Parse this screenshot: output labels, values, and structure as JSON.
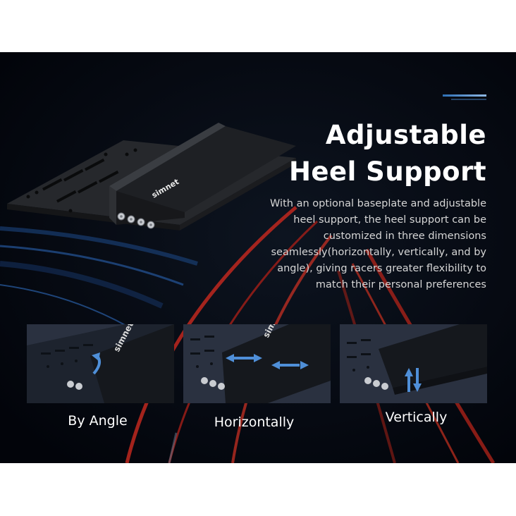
{
  "title": {
    "line1": "Adjustable",
    "line2": "Heel Support"
  },
  "description": "With an optional baseplate and adjustable heel support, the heel support can be customized in three dimensions seamlessly(horizontally, vertically, and by angle), giving racers greater flexibility to match their personal preferences",
  "brand": {
    "logo_text": "simnet"
  },
  "thumbnails": [
    {
      "label": "By Angle"
    },
    {
      "label": "Horizontally"
    },
    {
      "label": "Vertically"
    }
  ],
  "colors": {
    "background": "#04060b",
    "accent_blue": "#2d6fb5",
    "road_red": "#c0281e",
    "arrow_blue": "#4f8fd8"
  }
}
